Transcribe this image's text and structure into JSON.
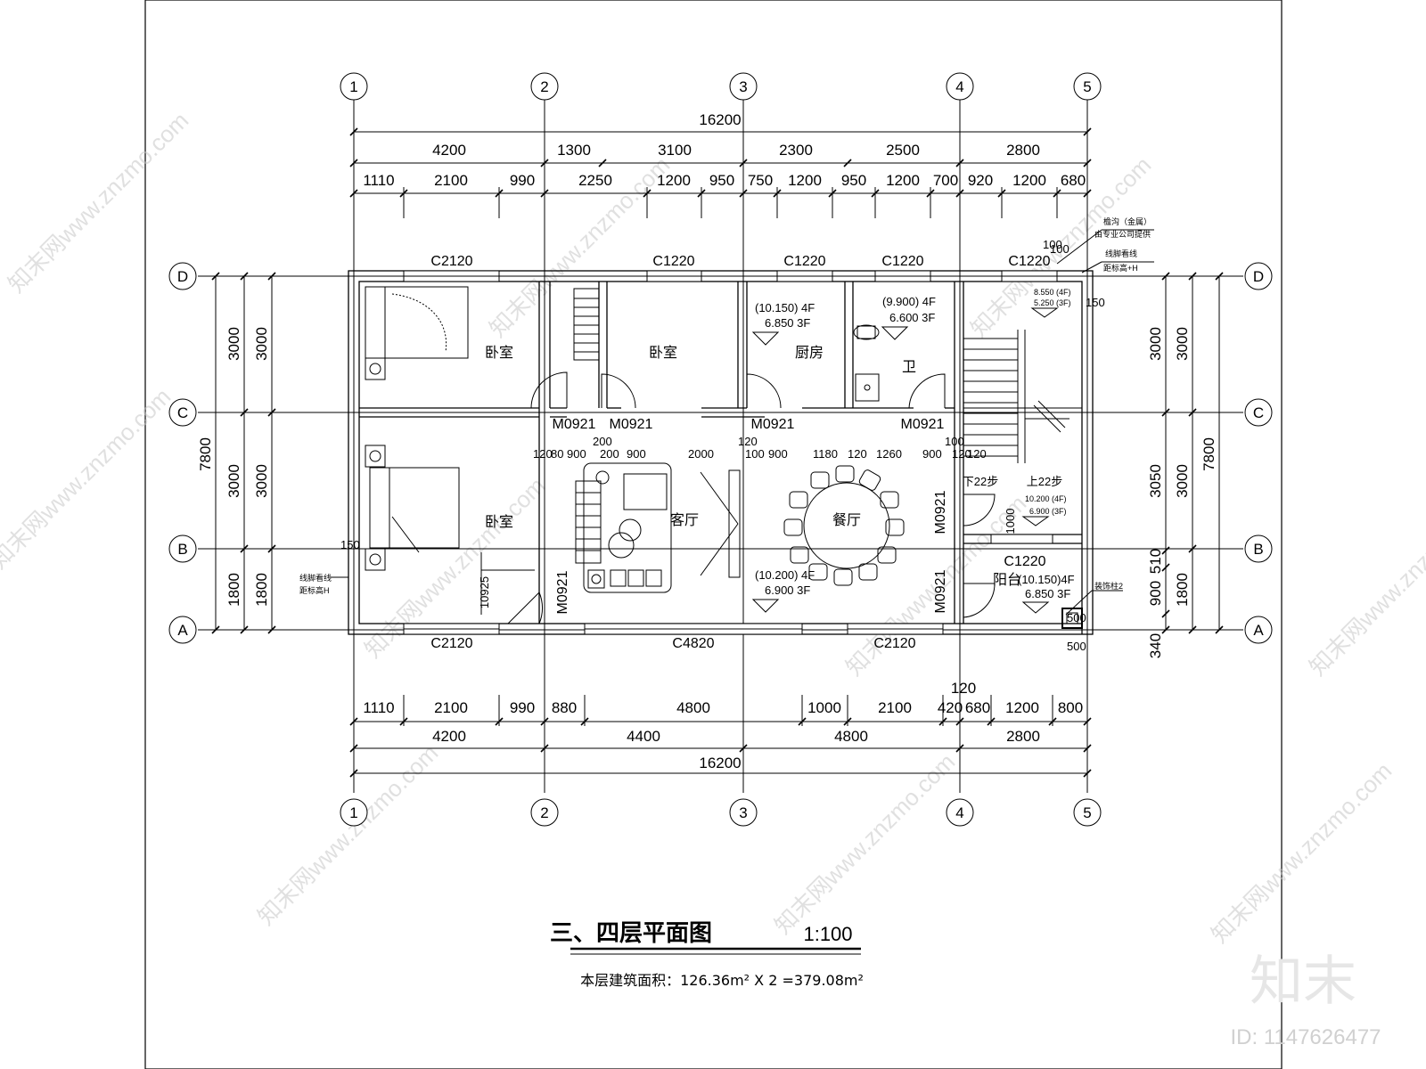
{
  "drawing": {
    "title": "三、四层平面图",
    "scale": "1:100",
    "area_note": "本层建筑面积：126.36m² X 2 =379.08m²"
  },
  "axes": {
    "vertical": [
      "1",
      "2",
      "3",
      "4",
      "5"
    ],
    "horizontal": [
      "A",
      "B",
      "C",
      "D"
    ]
  },
  "dims_top": {
    "total": "16200",
    "row2": [
      "4200",
      "1300",
      "3100",
      "2300",
      "2500",
      "2800"
    ],
    "row3": [
      "1110",
      "2100",
      "990",
      "2250",
      "1200",
      "950",
      "750",
      "1200",
      "950",
      "1200",
      "700",
      "920",
      "1200",
      "680"
    ]
  },
  "dims_bottom": {
    "total": "16200",
    "row2": [
      "4200",
      "4400",
      "4800",
      "2800"
    ],
    "row1": [
      "1110",
      "2100",
      "990",
      "880",
      "4800",
      "1000",
      "2100",
      "420",
      "680",
      "1200",
      "800"
    ],
    "extra": "120"
  },
  "dims_left": {
    "total": "7800",
    "inner": [
      "3000",
      "3000",
      "1800"
    ],
    "outer": [
      "3000",
      "3000",
      "1800"
    ]
  },
  "dims_right": {
    "total": "7800",
    "inner": [
      "3000",
      "3050",
      "510",
      "900",
      "340"
    ],
    "outer": [
      "3000",
      "3000",
      "1800"
    ],
    "extra": [
      "150",
      "500",
      "500"
    ]
  },
  "dims_interior": [
    "120",
    "80",
    "900",
    "200",
    "200",
    "900",
    "2000",
    "120",
    "100",
    "900",
    "1180",
    "120",
    "1260",
    "900",
    "120",
    "120",
    "100",
    "150",
    "100",
    "1000",
    "10925"
  ],
  "windows": {
    "top": [
      "C2120",
      "C1220",
      "C1220",
      "C1220",
      "C1220"
    ],
    "bottom": [
      "C2120",
      "C4820",
      "C2120"
    ],
    "balcony": "C1220"
  },
  "doors": [
    "M0921",
    "M0921",
    "M0921",
    "M0921",
    "M0921",
    "M0921",
    "M0921"
  ],
  "rooms": {
    "bedroom1": "卧室",
    "bedroom2": "卧室",
    "bedroom3": "卧室",
    "kitchen": "厨房",
    "bath": "卫",
    "living": "客厅",
    "dining": "餐厅",
    "balcony": "阳台"
  },
  "levels": {
    "kitchen": [
      "(10.150)  4F",
      "6.850     3F"
    ],
    "bath": [
      "(9.900)  4F",
      "6.600    3F"
    ],
    "living": [
      "(10.200)  4F",
      "6.900     3F"
    ],
    "stair_top": [
      "8.550  (4F)",
      "5.250  (3F)"
    ],
    "stair_mid": [
      "10.200  (4F)",
      "6.900  (3F)"
    ],
    "balcony": [
      "(10.150)4F",
      "6.850  3F"
    ]
  },
  "stairs": {
    "down": "下22步",
    "up": "上22步"
  },
  "notes": {
    "top_right_1": "檐沟（金属）",
    "top_right_2": "由专业公司提供",
    "top_right_3": "线脚看线",
    "top_right_4": "距标高+H",
    "top_right_h": "100",
    "left_1": "线脚看线",
    "left_2": "距标高H",
    "column": "装饰柱2"
  },
  "watermark": "知末网www.znzmo.com",
  "brand": {
    "logo": "知末",
    "id": "ID: 1147626477"
  }
}
